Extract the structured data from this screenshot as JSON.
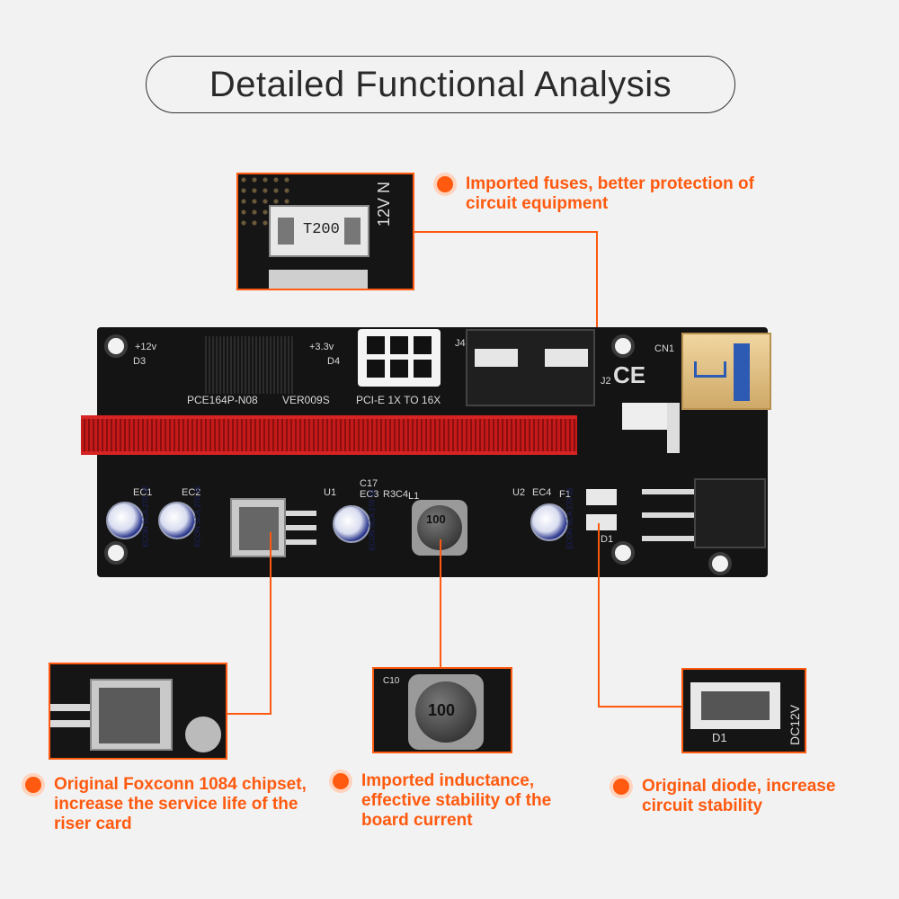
{
  "header": {
    "title": "Detailed Functional Analysis"
  },
  "callouts": {
    "fuse": "Imported fuses, better protection of circuit equipment",
    "chipset": "Original Foxconn 1084 chipset, increase the service life of the riser card",
    "inductance": "Imported inductance, effective stability of the board current",
    "diode": "Original diode, increase circuit stability"
  },
  "insets": {
    "fuse_label": "T200",
    "fuse_side": "12V N",
    "inductor_label": "100",
    "inductor_ref": "C10",
    "diode_label": "D1",
    "diode_side": "DC12V"
  },
  "board": {
    "plus12v": "+12v",
    "plus33v": "+3.3v",
    "d3": "D3",
    "d4": "D4",
    "model": "PCE164P-N08",
    "version": "VER009S",
    "pcie": "PCI-E 1X TO 16X",
    "j4": "J4",
    "j2": "J2",
    "cn1": "CN1",
    "ec1": "EC1",
    "ec2": "EC2",
    "ec3": "EC3",
    "ec4": "EC4",
    "u1": "U1",
    "u2": "U2",
    "c17": "C17",
    "r3": "R3",
    "c4": "C4",
    "l1": "L1",
    "f1": "F1",
    "d1": "D1",
    "cap_label": "ECON SCA 270 16",
    "inductor": "100",
    "ce": "CE"
  },
  "colors": {
    "accent": "#ff5a0f",
    "slot": "#c61a1a",
    "pcb": "#141414"
  }
}
